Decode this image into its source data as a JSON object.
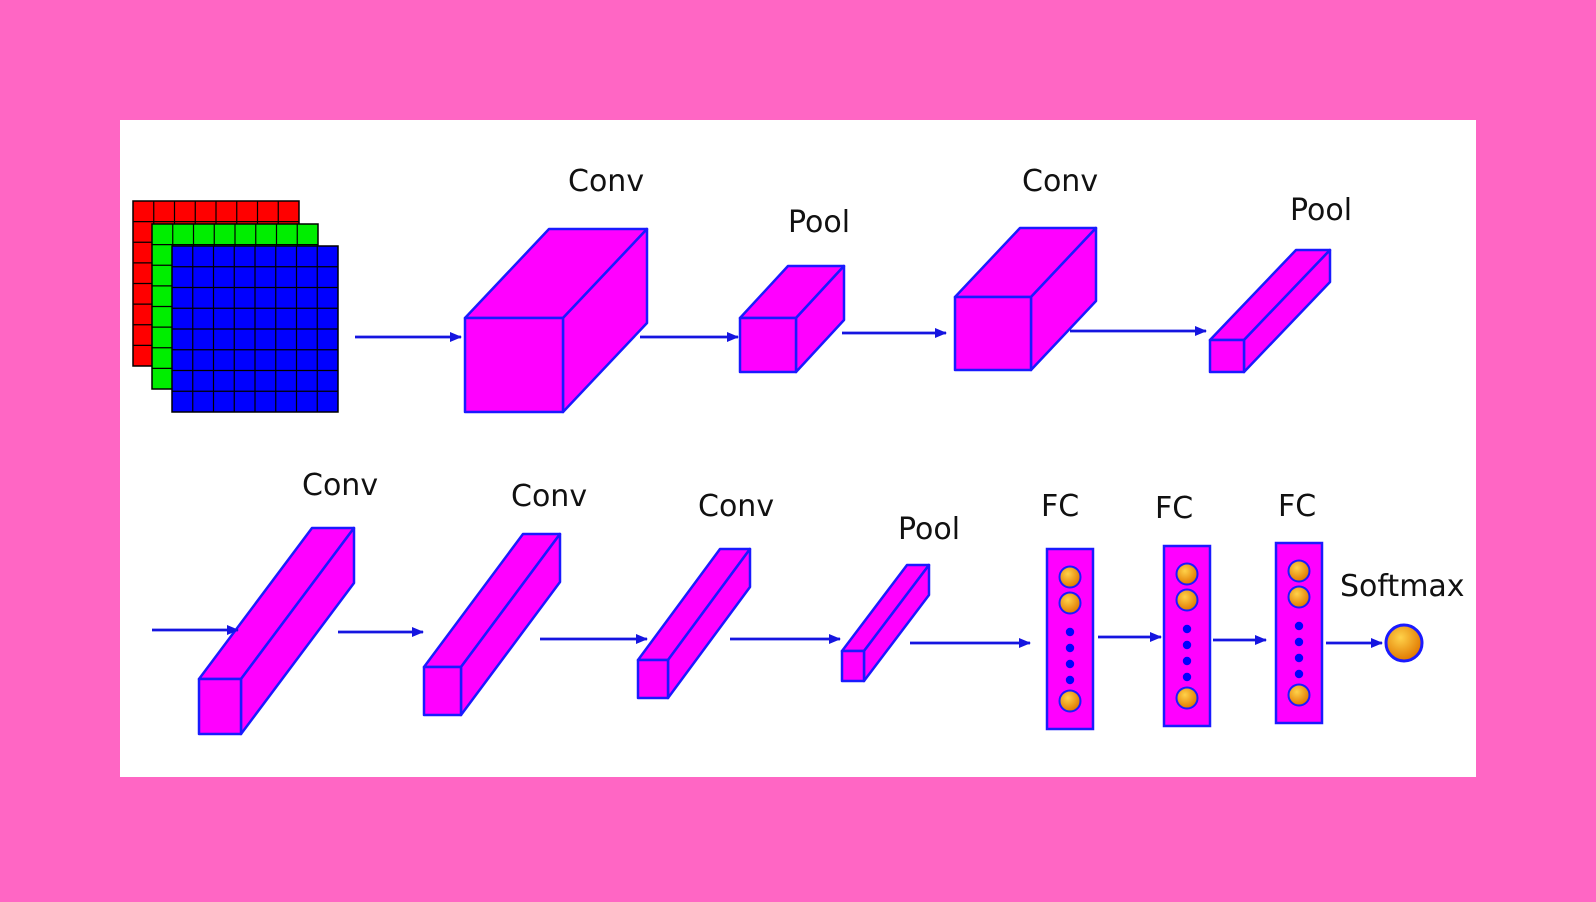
{
  "colors": {
    "background": "#ff66c4",
    "panel": "#ffffff",
    "block_fill": "#ff00ff",
    "block_stroke": "#1a1aff",
    "arrow": "#1515e0",
    "input_red": "#ff0000",
    "input_green": "#00ee00",
    "input_blue": "#0000ff",
    "neuron_light": "#ffd24a",
    "neuron_dark": "#e07800",
    "dot": "#0000ff"
  },
  "labels": {
    "conv_1": "Conv",
    "pool_1": "Pool",
    "conv_2": "Conv",
    "pool_2": "Pool",
    "conv_3": "Conv",
    "conv_4": "Conv",
    "conv_5": "Conv",
    "pool_3": "Pool",
    "fc_1": "FC",
    "fc_2": "FC",
    "fc_3": "FC",
    "softmax": "Softmax"
  },
  "icons": {
    "input_image": "rgb-channel-grids-icon",
    "layer_block": "3d-box-icon",
    "fc_layer": "neuron-column-icon",
    "output": "neuron-circle-icon"
  }
}
